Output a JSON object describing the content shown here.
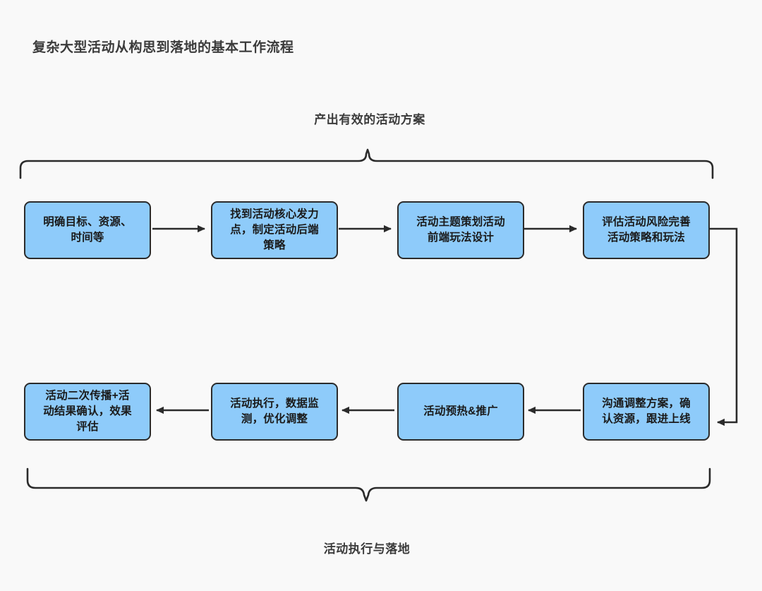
{
  "page": {
    "title": "复杂大型活动从构思到落地的基本工作流程",
    "background_color": "#f9f9f9",
    "node_fill_color": "#8ecbfa",
    "node_border_color": "#2b2b2b",
    "text_color": "#3b3b3b"
  },
  "groups": {
    "top_label": "产出有效的活动方案",
    "bottom_label": "活动执行与落地"
  },
  "flow": {
    "type": "flowchart",
    "direction": "left-to-right then right-to-left (serpentine)",
    "nodes": [
      {
        "id": "n1",
        "label": "明确目标、资源、时间等",
        "row": 1,
        "order": 1
      },
      {
        "id": "n2",
        "label": "找到活动核心发力点，制定活动后端策略",
        "row": 1,
        "order": 2
      },
      {
        "id": "n3",
        "label": "活动主题策划活动前端玩法设计",
        "row": 1,
        "order": 3
      },
      {
        "id": "n4",
        "label": "评估活动风险完善活动策略和玩法",
        "row": 1,
        "order": 4
      },
      {
        "id": "n5",
        "label": "沟通调整方案，确认资源，跟进上线",
        "row": 2,
        "order": 5
      },
      {
        "id": "n6",
        "label": "活动预热&推广",
        "row": 2,
        "order": 6
      },
      {
        "id": "n7",
        "label": "活动执行，数据监测，优化调整",
        "row": 2,
        "order": 7
      },
      {
        "id": "n8",
        "label": "活动二次传播+活动结果确认，效果评估",
        "row": 2,
        "order": 8
      }
    ],
    "edges": [
      {
        "from": "n1",
        "to": "n2",
        "style": "arrow-right"
      },
      {
        "from": "n2",
        "to": "n3",
        "style": "arrow-right"
      },
      {
        "from": "n3",
        "to": "n4",
        "style": "arrow-right"
      },
      {
        "from": "n4",
        "to": "n5",
        "style": "arrow-elbow-down-left"
      },
      {
        "from": "n5",
        "to": "n6",
        "style": "arrow-left"
      },
      {
        "from": "n6",
        "to": "n7",
        "style": "arrow-left"
      },
      {
        "from": "n7",
        "to": "n8",
        "style": "arrow-left"
      }
    ]
  },
  "node_lines": {
    "n1": [
      "明确目标、资源、",
      "时间等"
    ],
    "n2": [
      "找到活动核心发力",
      "点，制定活动后端",
      "策略"
    ],
    "n3": [
      "活动主题策划活动",
      "前端玩法设计"
    ],
    "n4": [
      "评估活动风险完善",
      "活动策略和玩法"
    ],
    "n5": [
      "沟通调整方案，确",
      "认资源，跟进上线"
    ],
    "n6": [
      "活动预热&推广"
    ],
    "n7": [
      "活动执行，数据监",
      "测，优化调整"
    ],
    "n8": [
      "活动二次传播+活",
      "动结果确认，效果",
      "评估"
    ]
  }
}
